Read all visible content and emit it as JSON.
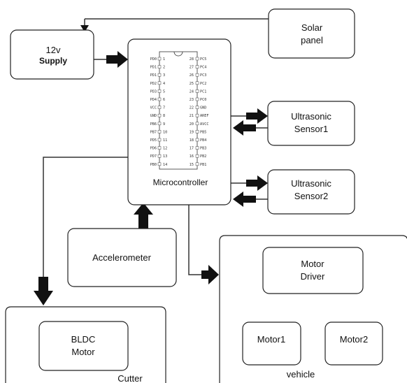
{
  "diagram": {
    "supply": {
      "line1": "12v",
      "line2": "Supply"
    },
    "solar": {
      "line1": "Solar",
      "line2": "panel"
    },
    "microcontroller": {
      "label": "Microcontroller",
      "pins_left": [
        "PD0",
        "PD1",
        "PD1",
        "PD2",
        "PD3",
        "PD4",
        "VCC",
        "GND",
        "PB6",
        "PB7",
        "PD5",
        "PD6",
        "PD7",
        "PB0"
      ],
      "pins_right": [
        "PC5",
        "PC4",
        "PC3",
        "PC2",
        "PC1",
        "PC0",
        "GND",
        "AREF",
        "AVCC",
        "PB5",
        "PB4",
        "PB3",
        "PB2",
        "PB1"
      ]
    },
    "ultrasonic1": {
      "line1": "Ultrasonic",
      "line2": "Sensor1"
    },
    "ultrasonic2": {
      "line1": "Ultrasonic",
      "line2": "Sensor2"
    },
    "accelerometer": {
      "label": "Accelerometer"
    },
    "cutter": {
      "label": "Cutter"
    },
    "bldc": {
      "line1": "BLDC",
      "line2": "Motor"
    },
    "vehicle": {
      "label": "vehicle"
    },
    "motor_driver": {
      "line1": "Motor",
      "line2": "Driver"
    },
    "motor1": {
      "label": "Motor1"
    },
    "motor2": {
      "label": "Motor2"
    }
  }
}
